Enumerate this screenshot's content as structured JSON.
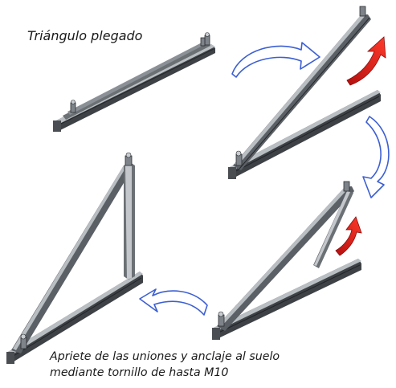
{
  "captions": {
    "top": "Triángulo plegado",
    "bottom_line1": "Apriete de las uniones y anclaje al suelo",
    "bottom_line2": "mediante tornillo de hasta M10"
  },
  "colors": {
    "profile_dark": "#3e4246",
    "profile_mid": "#6b7075",
    "profile_light": "#b9bec3",
    "arrow_blue": "#3c5fd2",
    "arrow_red": "#d01818"
  },
  "icons": {
    "flow_arrow": "curved-hollow-arrow",
    "motion_arrow": "curved-solid-red-arrow",
    "fastener": "clamp-bracket"
  }
}
